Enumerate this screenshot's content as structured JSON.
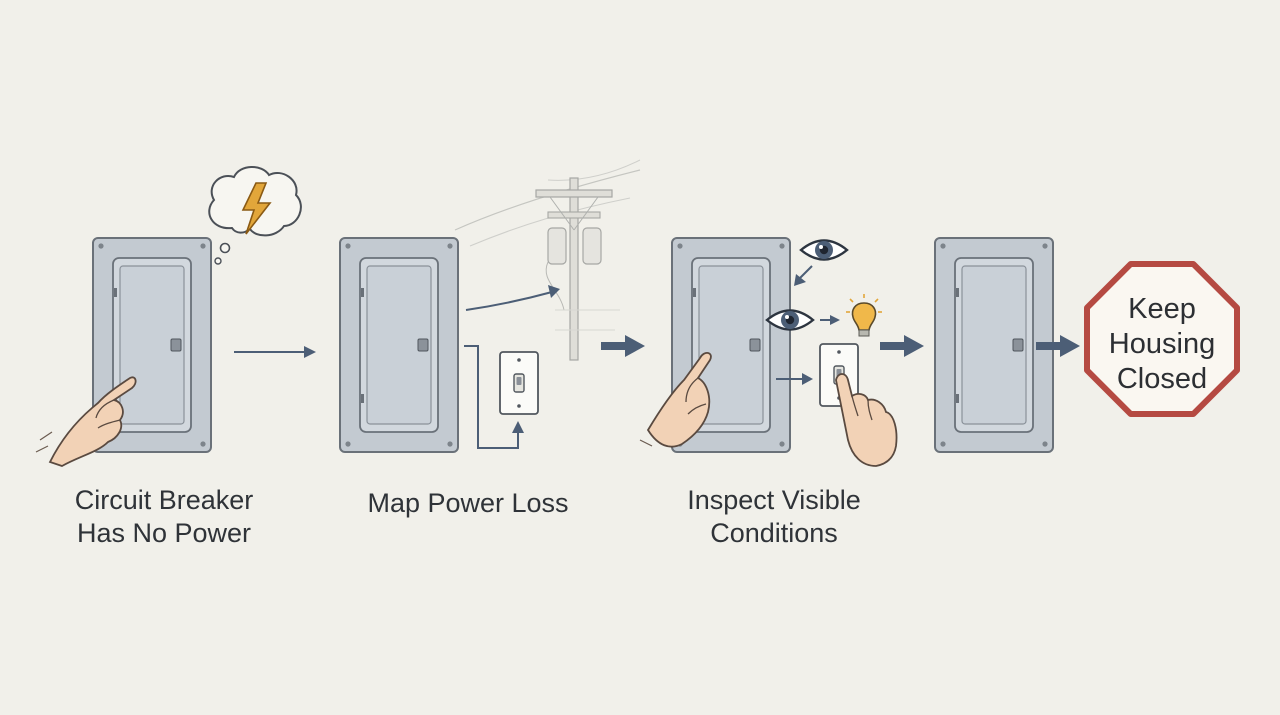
{
  "steps": [
    {
      "line1": "Circuit Breaker",
      "line2": "Has No Power"
    },
    {
      "line1": "Map Power Loss"
    },
    {
      "line1": "Inspect Visible",
      "line2": "Conditions"
    }
  ],
  "stop_sign": {
    "line1": "Keep",
    "line2": "Housing",
    "line3": "Closed"
  },
  "colors": {
    "background": "#f1f0ea",
    "panel": "#c3cad1",
    "panel_outline": "#6a7179",
    "arrow": "#4c5e76",
    "stop_sign": "#b54a42",
    "lightning": "#e2a63a",
    "skin": "#f2d2b6"
  },
  "icons": [
    "lightning-icon",
    "thought-cloud-icon",
    "hand-icon",
    "power-pole-icon",
    "wall-switch-icon",
    "eye-icon",
    "lightbulb-icon",
    "stop-sign-icon"
  ]
}
